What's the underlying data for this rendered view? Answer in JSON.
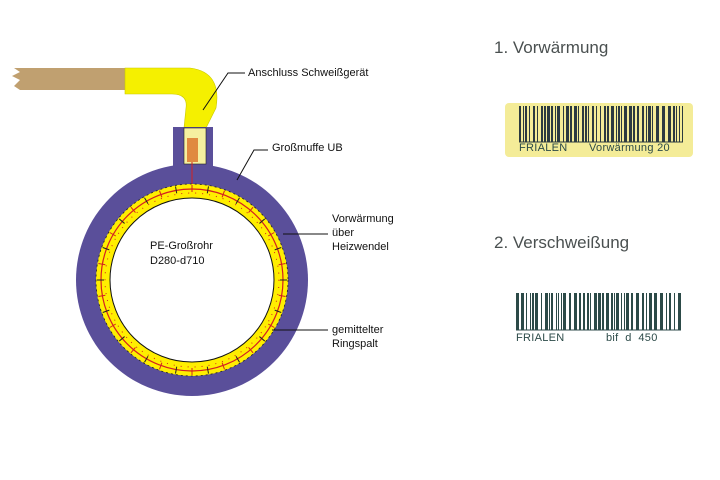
{
  "diagram": {
    "labels": {
      "connection": "Anschluss Schweißgerät",
      "coupler": "Großmuffe UB",
      "preheat": [
        "Vorwärmung",
        "über",
        "Heizwendel"
      ],
      "gap": [
        "gemittelter",
        "Ringspalt"
      ],
      "pipe": [
        "PE-Großrohr",
        "D280-d710"
      ]
    },
    "colors": {
      "coupler": "#5a4f9a",
      "heating_zone": "#ffee00",
      "wire": "#d42020",
      "cable": "#c0a070",
      "plug": "#f0f000"
    }
  },
  "steps": [
    {
      "title": "1. Vorwärmung",
      "barcode_left": "FRIALEN",
      "barcode_right": "Vorwärmung 20",
      "label_color": "#f4ec98"
    },
    {
      "title": "2. Verschweißung",
      "barcode_left": "FRIALEN",
      "barcode_right": "bif  d  450",
      "label_color": "#ffffff"
    }
  ]
}
